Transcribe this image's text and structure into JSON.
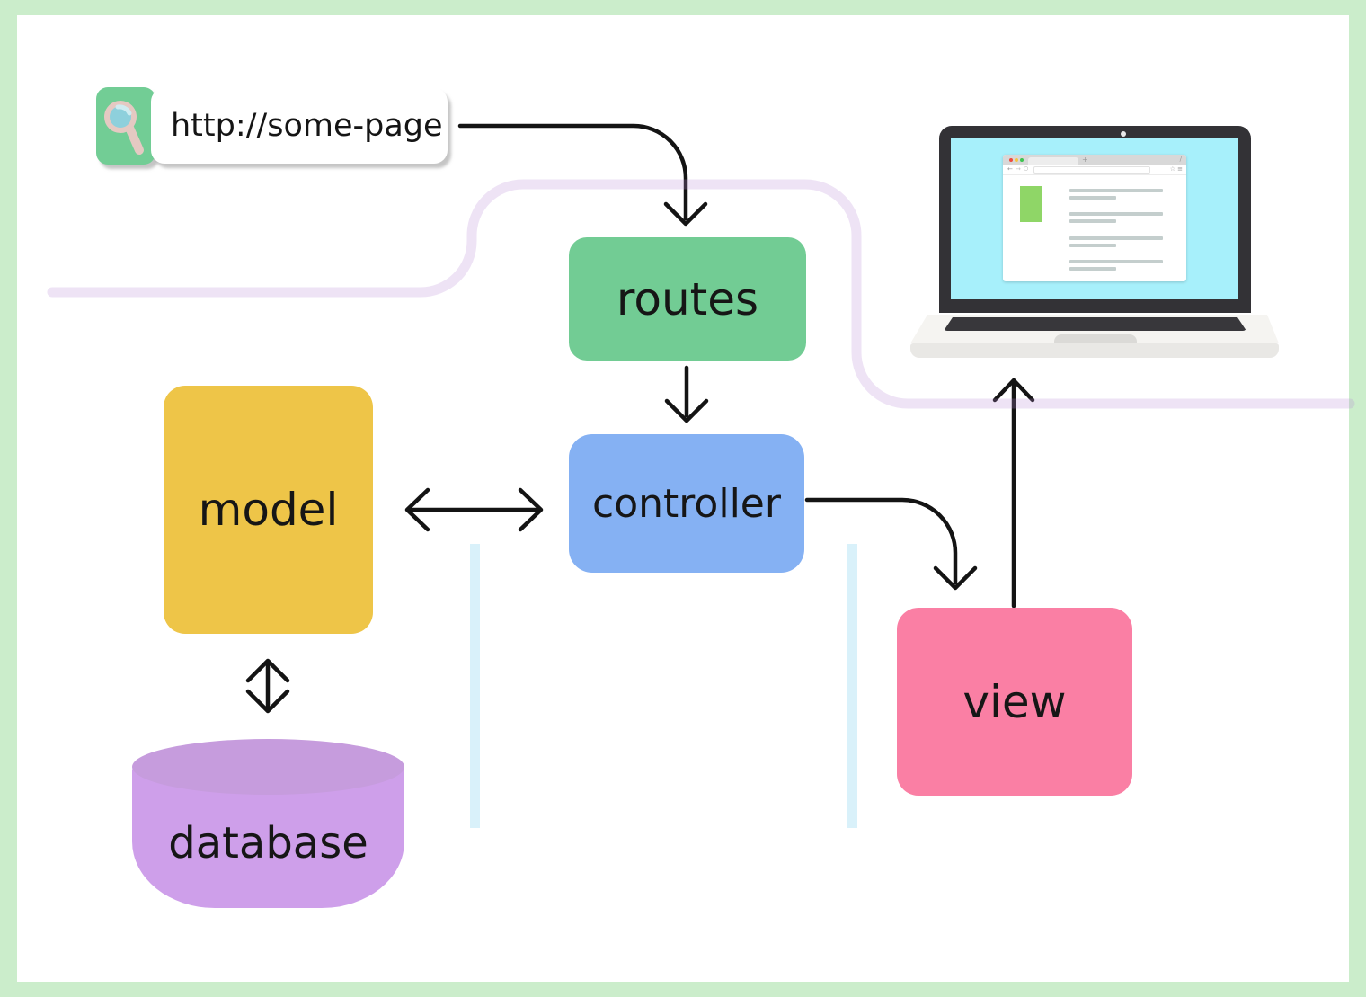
{
  "canvas": {
    "border_color": "#CBEDCB",
    "background": "#FFFFFF"
  },
  "url_bar": {
    "text": "http://some-page",
    "icon": "magnifier-icon",
    "tile_color": "#72CD95"
  },
  "nodes": {
    "routes": {
      "label": "routes",
      "color": "#72CC94"
    },
    "controller": {
      "label": "controller",
      "color": "#85B1F3"
    },
    "model": {
      "label": "model",
      "color": "#EEC548"
    },
    "view": {
      "label": "view",
      "color": "#FA7FA4"
    },
    "database": {
      "label": "database",
      "body_color": "#CE9FEA",
      "lid_color": "#C69CDD"
    }
  },
  "edges": [
    {
      "from": "url-bar",
      "to": "routes",
      "style": "arrow"
    },
    {
      "from": "routes",
      "to": "controller",
      "style": "arrow"
    },
    {
      "from": "model",
      "to": "controller",
      "style": "double-arrow"
    },
    {
      "from": "model",
      "to": "database",
      "style": "double-arrow"
    },
    {
      "from": "controller",
      "to": "view",
      "style": "arrow"
    },
    {
      "from": "view",
      "to": "laptop",
      "style": "arrow"
    }
  ],
  "decor": {
    "ribbon_color": "rgba(185,136,214,0.24)",
    "divider_color": "#D9F1FA",
    "arrow_color": "#141414"
  },
  "laptop": {
    "frame_color": "#333236",
    "screen_color": "#A7F0FB",
    "content_block_color": "#8FD667"
  }
}
